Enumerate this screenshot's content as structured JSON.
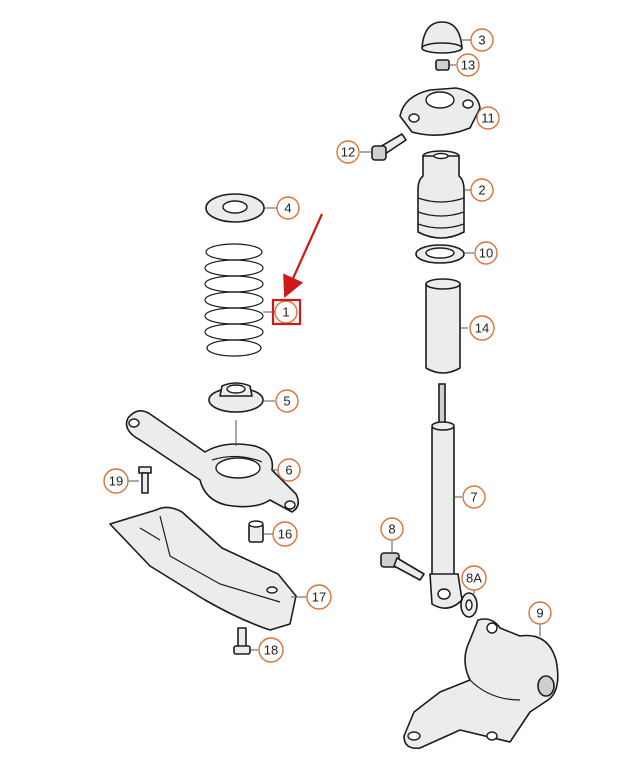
{
  "colors": {
    "callout_ring": "#d9733a",
    "highlight": "#d01818",
    "line": "#1c1c1c",
    "part_fill": "#ececec"
  },
  "callouts": {
    "c1": "1",
    "c2": "2",
    "c3": "3",
    "c4": "4",
    "c5": "5",
    "c6": "6",
    "c7": "7",
    "c8": "8",
    "c8a": "8A",
    "c9": "9",
    "c10": "10",
    "c11": "11",
    "c12": "12",
    "c13": "13",
    "c14": "14",
    "c16": "16",
    "c17": "17",
    "c18": "18",
    "c19": "19"
  },
  "highlight": {
    "target_label": "1"
  }
}
